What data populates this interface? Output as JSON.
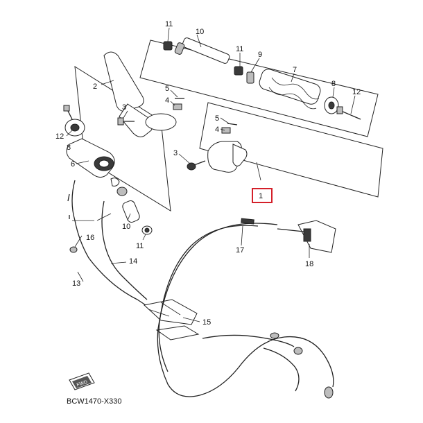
{
  "diagram": {
    "labels": [
      {
        "id": "11a",
        "text": "11"
      },
      {
        "id": "10a",
        "text": "10"
      },
      {
        "id": "11b",
        "text": "11"
      },
      {
        "id": "9",
        "text": "9"
      },
      {
        "id": "7",
        "text": "7"
      },
      {
        "id": "2",
        "text": "2"
      },
      {
        "id": "5a",
        "text": "5"
      },
      {
        "id": "4a",
        "text": "4"
      },
      {
        "id": "3a",
        "text": "3"
      },
      {
        "id": "8a",
        "text": "8"
      },
      {
        "id": "12a",
        "text": "12"
      },
      {
        "id": "12b",
        "text": "12"
      },
      {
        "id": "8b",
        "text": "8"
      },
      {
        "id": "5b",
        "text": "5"
      },
      {
        "id": "4b",
        "text": "4"
      },
      {
        "id": "6",
        "text": "6"
      },
      {
        "id": "3b",
        "text": "3"
      },
      {
        "id": "10b",
        "text": "10"
      },
      {
        "id": "11c",
        "text": "11"
      },
      {
        "id": "16",
        "text": "16"
      },
      {
        "id": "17",
        "text": "17"
      },
      {
        "id": "18",
        "text": "18"
      },
      {
        "id": "14",
        "text": "14"
      },
      {
        "id": "13",
        "text": "13"
      },
      {
        "id": "15",
        "text": "15"
      }
    ],
    "highlight_label": "1",
    "highlight_color": "#d4202a",
    "fwd_label": "FWD",
    "drawing_code": "BCW1470-X330"
  }
}
